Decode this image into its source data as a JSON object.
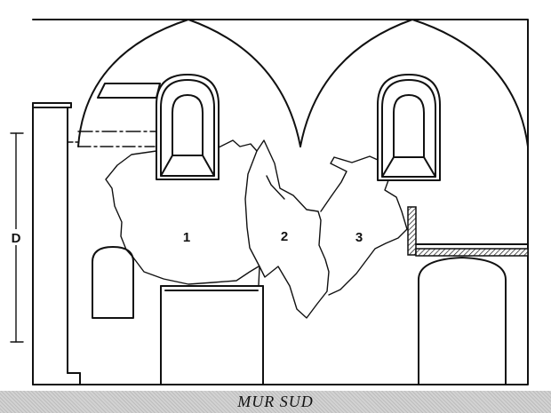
{
  "labels": {
    "zone_1": "1",
    "zone_2": "2",
    "zone_3": "3",
    "dimension": "D"
  },
  "caption": "MUR SUD",
  "colors": {
    "line": "#111111",
    "background": "#ffffff",
    "caption_band": "#d2d2d2"
  }
}
